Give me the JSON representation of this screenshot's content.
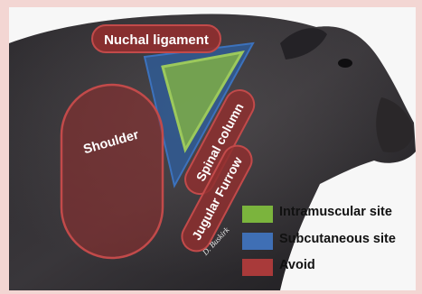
{
  "labels": {
    "nuchal_ligament": "Nuchal ligament",
    "shoulder": "Shoulder",
    "spinal_column": "Spinal column",
    "jugular_furrow": "Jugular Furrow"
  },
  "legend": [
    {
      "label": "Intramuscular site",
      "color": "#7bb43d"
    },
    {
      "label": "Subcutaneous site",
      "color": "#3f6fb5"
    },
    {
      "label": "Avoid",
      "color": "#a93a3a"
    }
  ],
  "signature": "D. Buskirk",
  "colors": {
    "avoid_fill": "#8e2f2f",
    "avoid_stroke": "#c24a4a",
    "subcutaneous_fill": "#2e5d9c",
    "intramuscular_fill": "#7fae46",
    "animal_dark": "#1e1d1f"
  }
}
